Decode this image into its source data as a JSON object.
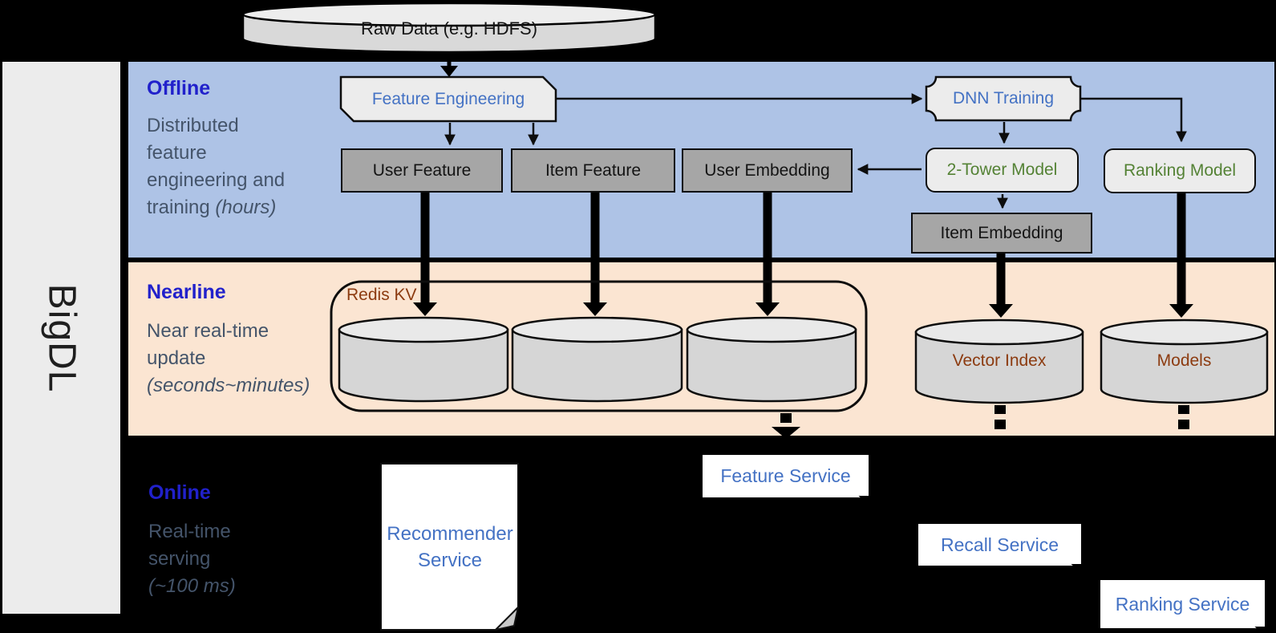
{
  "brand": {
    "label": "BigDL"
  },
  "top": {
    "raw_data": "Raw Data (e.g. HDFS)"
  },
  "sections": {
    "offline": {
      "title": "Offline",
      "line1": "Distributed",
      "line2": "feature",
      "line3": "engineering and",
      "line4_normal": "training",
      "line4_italic": "(hours)"
    },
    "nearline": {
      "title": "Nearline",
      "line1": "Near real-time",
      "line2": "update",
      "line3_italic": "(seconds~minutes)"
    },
    "online": {
      "title": "Online",
      "line1": "Real-time",
      "line2": "serving",
      "line3_italic": "(~100 ms)"
    }
  },
  "offline_nodes": {
    "feature_engineering": "Feature Engineering",
    "dnn_training": "DNN Training",
    "user_feature": "User Feature",
    "item_feature": "Item Feature",
    "user_embedding": "User Embedding",
    "two_tower_model": "2-Tower Model",
    "ranking_model": "Ranking Model",
    "item_embedding": "Item Embedding"
  },
  "nearline_nodes": {
    "redis_kv": "Redis KV",
    "vector_index": "Vector Index",
    "models": "Models"
  },
  "online_nodes": {
    "recommender_service": "Recommender Service",
    "feature_service": "Feature Service",
    "recall_service": "Recall Service",
    "ranking_service": "Ranking Service"
  },
  "colors": {
    "background": "#000000",
    "offline_band": "#aec3e6",
    "nearline_band": "#fbe5d2",
    "sidebar_fill": "#ececec",
    "section_title_blue": "#2121cb",
    "desc_gray": "#44546a",
    "node_text_blue": "#4472c4",
    "node_text_green": "#548235",
    "node_text_brown": "#8c3b10",
    "gray_node_fill": "#a6a6a6",
    "light_node_fill": "#ececec",
    "cylinder_fill": "#d9d9d9"
  }
}
